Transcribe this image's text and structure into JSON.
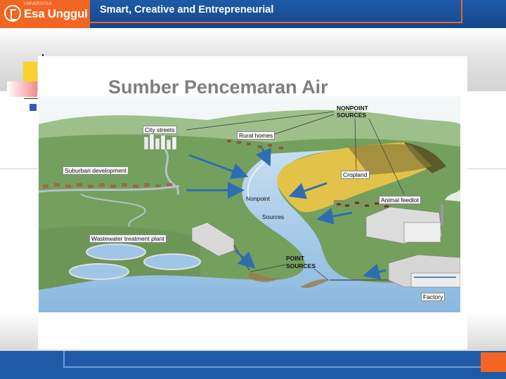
{
  "header": {
    "logo_small": "UNIVERSITAS",
    "logo_text": "Esa Unggul",
    "tagline": "Smart, Creative and Entrepreneurial"
  },
  "slide": {
    "title": "Sumber Pencemaran Air"
  },
  "diagram": {
    "labels": {
      "city_streets": "City streets",
      "rural_homes": "Rural homes",
      "nonpoint_sources_1": "NONPOINT",
      "nonpoint_sources_2": "SOURCES",
      "suburban_development": "Suburban development",
      "cropland": "Cropland",
      "nonpoint": "Nonpoint",
      "sources": "Sources",
      "animal_feedlot": "Animal feedlot",
      "wastewater_treatment_plant": "Wastewater treatment plant",
      "point_sources_1": "POINT",
      "point_sources_2": "SOURCES",
      "factory": "Factory"
    },
    "colors": {
      "sky": "#eaf4f7",
      "hills": "#7fae6a",
      "land": "#6f9a58",
      "river": "#a9cdea",
      "river_dark": "#6f9fce",
      "cropland": "#e3c24a",
      "arrow": "#2f6db3",
      "sewage": "#9a7a4a"
    }
  }
}
